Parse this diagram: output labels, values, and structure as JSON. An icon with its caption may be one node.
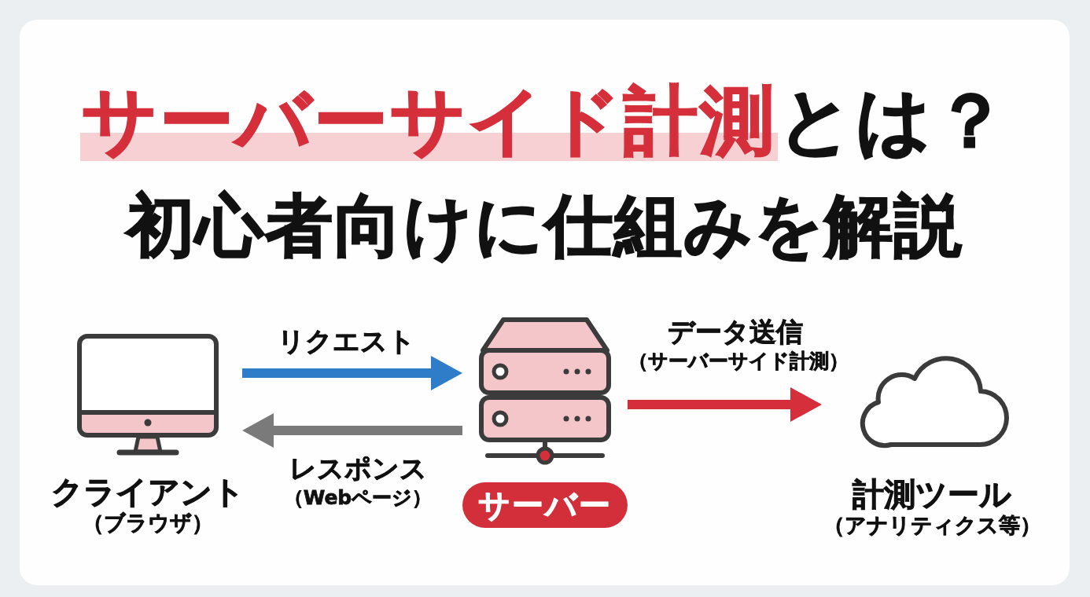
{
  "diagram": {
    "title": "**サーバーサイド計測**とは？",
    "nodes": [
      {
        "text": [
          "クライアント",
          "（ブラウザ）"
        ]
      },
      {
        "text": [
          "サーバー"
        ]
      },
      {
        "text": [
          "計測ツール",
          "（アナリティクス等）"
        ]
      }
    ],
    "edges": [
      {
        "from": 0,
        "to": 1,
        "arrow": "to",
        "label": "リクエスト",
        "color": "#2f7cc9"
      },
      {
        "from": 1,
        "to": 0,
        "arrow": "to",
        "label": "レスポンス（Webページ）",
        "color": "#7a7a7a"
      },
      {
        "from": 1,
        "to": 2,
        "arrow": "to",
        "label": "データ送信（サーバーサイド計測）",
        "color": "#d42f3a"
      }
    ],
    "labels": [
      "初心者向けに仕組みを解説"
    ]
  }
}
